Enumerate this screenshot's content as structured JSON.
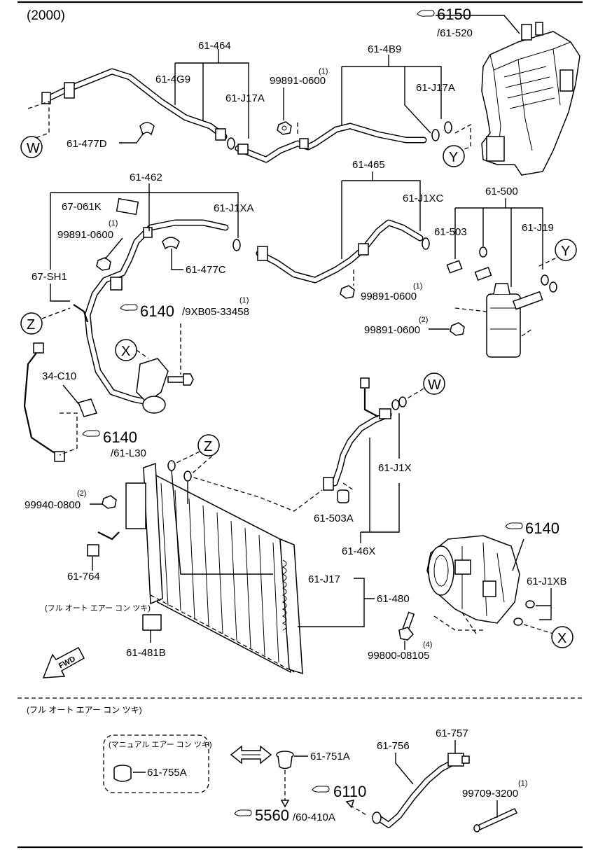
{
  "header": {
    "year": "(2000)"
  },
  "markers": {
    "w": "W",
    "x": "X",
    "y": "Y",
    "z": "Z"
  },
  "refs": {
    "r6150": "6150",
    "r6150_sub": "/61-520",
    "r6140a": "6140",
    "r6140a_sub": "/9XB05-33458",
    "r6140a_qty": "(1)",
    "r6140b": "6140",
    "r6140b_sub": "/61-L30",
    "r6140c": "6140",
    "r6110": "6110",
    "r5560": "5560",
    "r5560_sub": "/60-410A"
  },
  "labels": {
    "p61_464": "61-464",
    "p61_4b9": "61-4B9",
    "p61_4g9": "61-4G9",
    "p61_j17a_1": "61-J17A",
    "p61_j17a_2": "61-J17A",
    "p99891_1": "99891-0600",
    "q99891_1": "(1)",
    "p61_477d": "61-477D",
    "p61_462": "61-462",
    "p61_465": "61-465",
    "p67_061k": "67-061K",
    "p61_j1xa": "61-J1XA",
    "p61_j1xc": "61-J1XC",
    "p61_500": "61-500",
    "p99891_2": "99891-0600",
    "q99891_2": "(1)",
    "p61_503": "61-503",
    "p61_j19": "61-J19",
    "p61_477c": "61-477C",
    "p67_sh1": "67-SH1",
    "p99891_3": "99891-0600",
    "q99891_3": "(1)",
    "p99891_4": "99891-0600",
    "q99891_4": "(2)",
    "p34_c10": "34-C10",
    "p61_j1x": "61-J1X",
    "p99940": "99940-0800",
    "q99940": "(2)",
    "p61_503a": "61-503A",
    "p61_46x": "61-46X",
    "p61_j17": "61-J17",
    "p61_480": "61-480",
    "p61_j1xb": "61-J1XB",
    "p61_764": "61-764",
    "p61_764_note": "(フル オート エアー コン ツキ)",
    "p61_481b": "61-481B",
    "p99800": "99800-08105",
    "q99800": "(4)",
    "fwd": "FWD"
  },
  "lower": {
    "section_title": "(フル オート エアー コン ツキ)",
    "box_title": "(マニュアル エアー コン ツキ)",
    "p61_755a": "61-755A",
    "p61_751a": "61-751A",
    "p61_756": "61-756",
    "p61_757": "61-757",
    "p99709": "99709-3200",
    "q99709": "(1)"
  }
}
